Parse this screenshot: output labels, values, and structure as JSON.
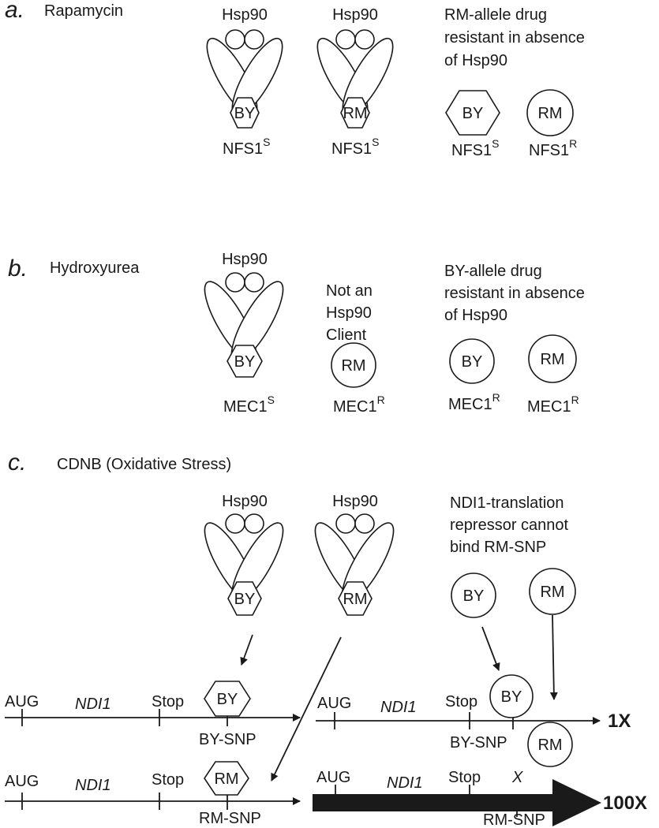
{
  "panel_a": {
    "letter": "a.",
    "title": "Rapamycin",
    "hsp90_1": "Hsp90",
    "hsp90_2": "Hsp90",
    "note": [
      "RM-allele drug",
      "resistant in absence",
      "of Hsp90"
    ],
    "by": "BY",
    "rm": "RM",
    "by_free": "BY",
    "rm_free": "RM",
    "label_1": "NFS1",
    "sup_1": "S",
    "label_2": "NFS1",
    "sup_2": "S",
    "label_3": "NFS1",
    "sup_3": "S",
    "label_4": "NFS1",
    "sup_4": "R"
  },
  "panel_b": {
    "letter": "b.",
    "title": "Hydroxyurea",
    "hsp90": "Hsp90",
    "not_client": [
      "Not an",
      "Hsp90",
      "Client"
    ],
    "note": [
      "BY-allele drug",
      "resistant in absence",
      "of Hsp90"
    ],
    "by": "BY",
    "rm": "RM",
    "by_free": "BY",
    "rm_free": "RM",
    "label_1": "MEC1",
    "sup_1": "S",
    "label_2": "MEC1",
    "sup_2": "R",
    "label_3": "MEC1",
    "sup_3": "R",
    "label_4": "MEC1",
    "sup_4": "R"
  },
  "panel_c": {
    "letter": "c.",
    "title": "CDNB (Oxidative Stress)",
    "hsp90_1": "Hsp90",
    "hsp90_2": "Hsp90",
    "note": [
      "NDI1-translation",
      "repressor cannot",
      "bind RM-SNP"
    ],
    "by": "BY",
    "rm": "RM",
    "by_free": "BY",
    "rm_free": "RM",
    "gene": {
      "aug": "AUG",
      "name": "NDI1",
      "stop": "Stop",
      "by_snp": "BY-SNP",
      "rm_snp": "RM-SNP",
      "by_bound": "BY",
      "rm_bound": "RM",
      "rm_unbound": "RM",
      "x_mark": "X",
      "level_1x": "1X",
      "level_100x": "100X"
    }
  }
}
